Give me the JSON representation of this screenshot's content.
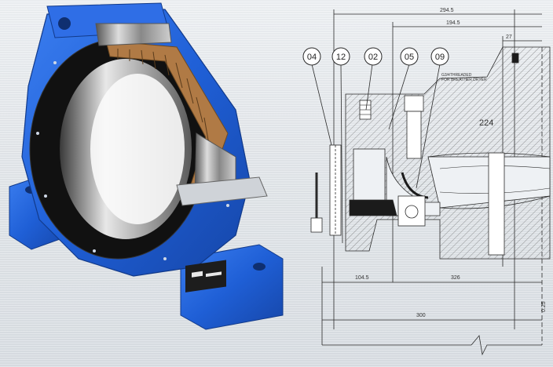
{
  "image": {
    "subject": "bearing housing cutaway and technical section drawing"
  },
  "drawing": {
    "balloons": [
      "04",
      "12",
      "02",
      "05",
      "09"
    ],
    "dimensions": {
      "top_overall": "294.5",
      "top_inner": "194.5",
      "top_small": "27",
      "bore": "224",
      "bottom_left": "104.5",
      "bottom_mid": "326",
      "bottom_overall": "300",
      "right_edge": "0.25"
    },
    "note": {
      "line1": "G3/4THREADED",
      "line2": "FOR BREATHER DRYER"
    }
  },
  "colors": {
    "housing_blue": "#1f5fd6",
    "bronze": "#b07a45",
    "line": "#2a2a2a"
  }
}
